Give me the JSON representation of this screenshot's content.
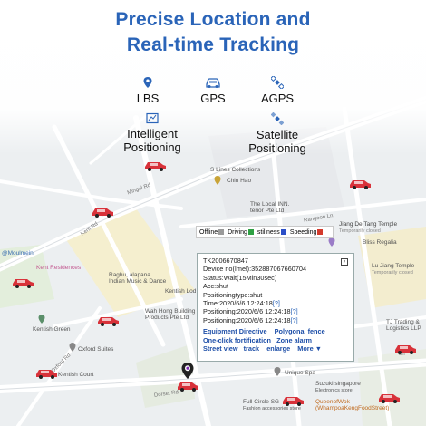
{
  "header": {
    "line1": "Precise Location and",
    "line2": "Real-time Tracking"
  },
  "features": [
    {
      "label": "LBS",
      "icon": "location-pin-icon"
    },
    {
      "label": "GPS",
      "icon": "car-icon"
    },
    {
      "label": "AGPS",
      "icon": "satellite-icon"
    },
    {
      "label": "Intelligent Positioning",
      "icon": "map-icon"
    },
    {
      "label": "Satellite Positioning",
      "icon": "satellite-icon"
    }
  ],
  "map_labels": {
    "s_lines": "S Lines Collections",
    "chin_hao": "Chin Hao",
    "mingul": "Mingul Rd",
    "kent_rd": "Kent Rd",
    "inn1": "The Local INN.",
    "inn2": "terior Pte Ltd",
    "rangoon": "Rangoon Ln",
    "jiang1": "Jiang De Tang Temple",
    "jiang2": "Temporarily closed",
    "bliss": "Bliss Regalia",
    "lu1": "Lu Jiang Temple",
    "lu2": "Temporarily closed",
    "moulmein": "@Moulmein",
    "kent_res": "Kent Residences",
    "raghu1": "Raghu, alapana",
    "raghu2": "Indian Music & Dance",
    "kentish_lod": "Kentish Lod",
    "wah1": "Wah Hong Building",
    "wah2": "Products Pte Ltd",
    "kentish_green": "Kentish Green",
    "oxford_suites": "Oxford Suites",
    "oxford_rd": "Oxford Rd",
    "kentish_court": "Kentish Court",
    "dorset": "Dorset Rd",
    "unique_spa": "Unique Spa",
    "suzuki1": "Suzuki singapore",
    "suzuki2": "Electronics store",
    "full1": "Full Circle SG",
    "full2": "Fashion accessories store",
    "queen1": "QueenofWok",
    "queen2": "(WhampoaKengFoodStreet)",
    "tj1": "TJ Trading &",
    "tj2": "Logistics LLP",
    "ln_row": "Ln"
  },
  "legend": {
    "offline": "Offline",
    "driving": "Driving",
    "stillness": "stillness",
    "speeding": "Speeding",
    "colors": {
      "offline": "#9a9a9a",
      "driving": "#2ea043",
      "stillness": "#2b4fc7",
      "speeding": "#d33a2c"
    }
  },
  "popup": {
    "device_id": "TK2006670847",
    "imei_label": "Device no(Imel):",
    "imei": "352887067660704",
    "status_label": "Status:",
    "status": "Wait(15Min30sec)",
    "acc_label": "Acc:",
    "acc": "shut",
    "pos_type_label": "Positioningtype:",
    "pos_type": "shut",
    "time_label": "Time:",
    "time": "2020/6/6   12:24:18",
    "pos1_label": "Positioning:",
    "pos1": "2020/6/6   12:24:18",
    "pos2_label": "Positioning:",
    "pos2": "2020/6/6   12:24:18",
    "q": "[?]",
    "links": {
      "equipment": "Equipment Directive",
      "polygonal": "Polygonal fence",
      "fortification": "One-click fortification",
      "zone_alarm": "Zone alarm",
      "street_view": "Street view",
      "track": "track",
      "enlarge": "enlarge",
      "more": "More"
    }
  },
  "colors": {
    "headline": "#2a64b8",
    "car": "#d8323a",
    "link": "#1e4fa8"
  }
}
